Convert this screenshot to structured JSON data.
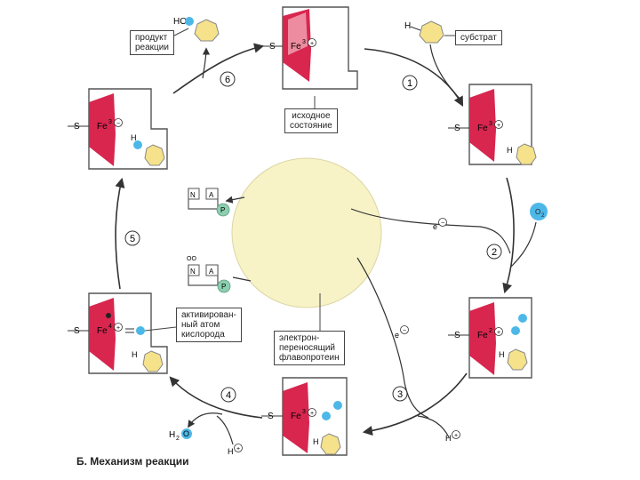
{
  "caption": "Б. Механизм реакции",
  "steps": [
    "1",
    "2",
    "3",
    "4",
    "5",
    "6"
  ],
  "callouts": {
    "product": [
      "продукт",
      "реакции"
    ],
    "substrate": "субстрат",
    "initial_state": [
      "исходное",
      "состояние"
    ],
    "activated_oxygen": [
      "активирован-",
      "ный атом",
      "кислорода"
    ],
    "flavoprotein": [
      "электрон-",
      "переносящий",
      "флавопротеин"
    ]
  },
  "heme": {
    "sulfur": "S",
    "iron": "Fe",
    "ox_states": {
      "fe3": "3",
      "fe2": "2",
      "fe4": "4"
    },
    "plus": "+",
    "minus": "−"
  },
  "hydrogen": "H",
  "hydroxyl": "HO",
  "electron": {
    "label": "e",
    "charge": "−"
  },
  "proton": {
    "label": "H",
    "charge": "+"
  },
  "oxygen": {
    "label": "O",
    "subscript": "2"
  },
  "water": {
    "h": "H",
    "subscript": "2",
    "o": "O"
  },
  "flavin": {
    "n": "N",
    "a": "A",
    "p": "P",
    "oxidized_mark": "OO"
  },
  "colors": {
    "heme_red": "#d8264f",
    "heme_light": "#f6b8c3",
    "substrate_yellow": "#f5e28a",
    "oxygen_blue": "#4db8e8",
    "flavo_circle": "#f7f3c7",
    "phosphate_green": "#8ccfb0"
  }
}
